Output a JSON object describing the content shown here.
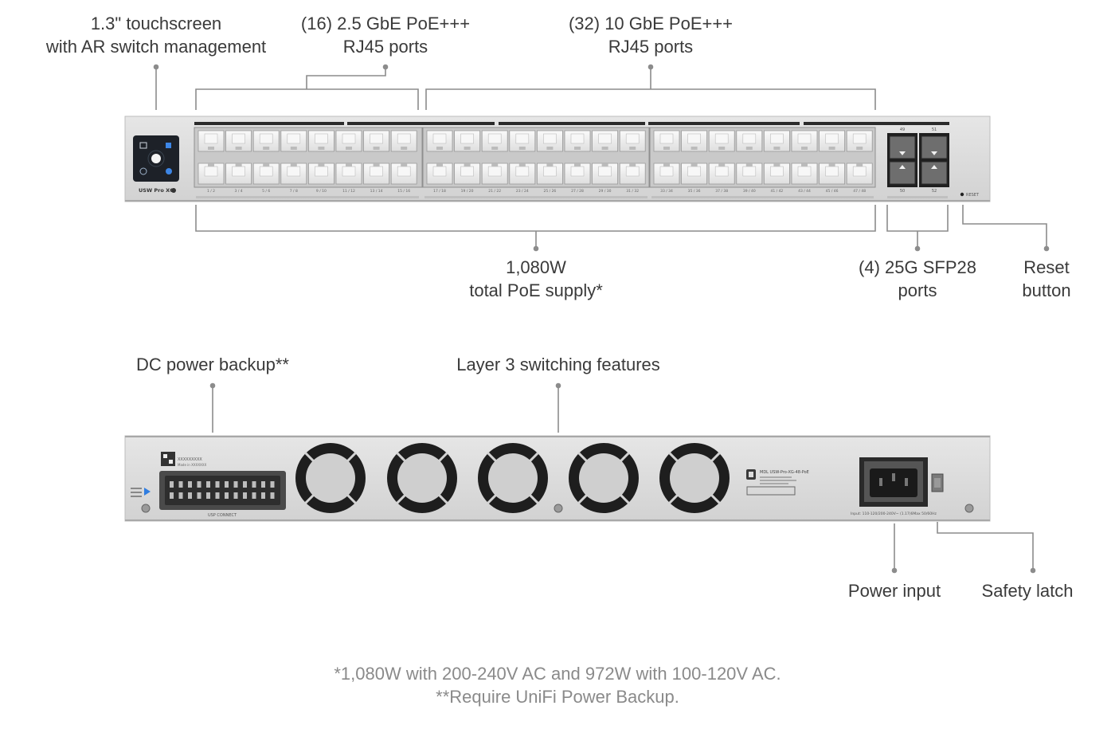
{
  "callouts": {
    "touchscreen": {
      "line1": "1.3\" touchscreen",
      "line2": "with AR switch management"
    },
    "ports_2_5g": {
      "line1": "(16) 2.5 GbE PoE+++",
      "line2": "RJ45 ports"
    },
    "ports_10g": {
      "line1": "(32) 10 GbE PoE+++",
      "line2": "RJ45 ports"
    },
    "poe_supply": {
      "line1": "1,080W",
      "line2": "total PoE supply*"
    },
    "sfp28": {
      "line1": "(4) 25G SFP28",
      "line2": "ports"
    },
    "reset": {
      "line1": "Reset",
      "line2": "button"
    },
    "dc_backup": {
      "line1": "DC power backup**"
    },
    "layer3": {
      "line1": "Layer 3 switching features"
    },
    "power_input": {
      "line1": "Power input"
    },
    "safety_latch": {
      "line1": "Safety latch"
    }
  },
  "front_panel": {
    "model_label": "USW Pro XG",
    "port_numbers": [
      "1 / 2",
      "3 / 4",
      "5 / 6",
      "7 / 8",
      "9 / 10",
      "11 / 12",
      "13 / 14",
      "15 / 16",
      "17 / 18",
      "19 / 20",
      "21 / 22",
      "23 / 24",
      "25 / 26",
      "27 / 28",
      "29 / 30",
      "31 / 32",
      "33 / 34",
      "35 / 36",
      "37 / 38",
      "39 / 40",
      "41 / 42",
      "43 / 44",
      "45 / 46",
      "47 / 48"
    ],
    "sfp_top_labels": [
      "49",
      "51"
    ],
    "sfp_bottom_labels": [
      "50",
      "52"
    ],
    "reset_label": "RESET"
  },
  "rear_panel": {
    "usp_label": "USP CONNECT",
    "serial_text": "XXXXXXXXX",
    "made_in": "Made in XXXXXXX",
    "product_label": "MDL USW-Pro-XG-48-PoE",
    "input_rating": "Input: 110-120/200-240V~ (1.17)6Max 50/60Hz"
  },
  "footnotes": {
    "line1": "*1,080W with 200-240V AC and 972W with 100-120V AC.",
    "line2": "**Require UniFi Power Backup."
  },
  "colors": {
    "chassis": "#dcdcdc",
    "chassis_edge": "#bdbdbd",
    "leader": "#8c8c8c",
    "text": "#3a3a3a",
    "footnote": "#8a8a8a",
    "accent_blue": "#2f7de1"
  }
}
